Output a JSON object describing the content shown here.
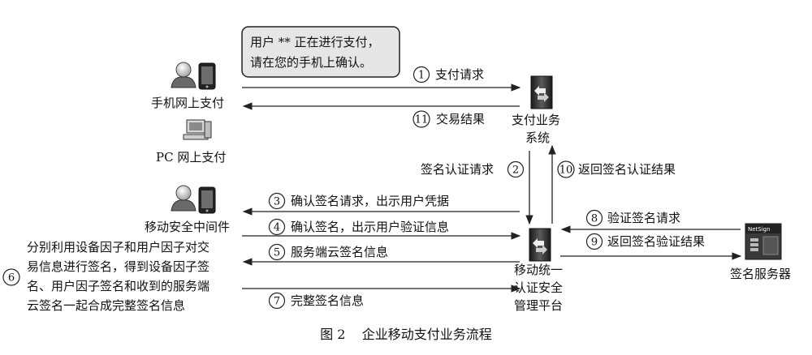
{
  "bubble": {
    "line1": "用户 ** 正在进行支付，",
    "line2": "请在您的手机上确认。"
  },
  "nodes": {
    "mobile_pay": "手机网上支付",
    "pc_pay": "PC 网上支付",
    "mobile_middleware": "移动安全中间件",
    "pay_system_line1": "支付业务",
    "pay_system_line2": "系统",
    "auth_platform_line1": "移动统一",
    "auth_platform_line2": "认证安全",
    "auth_platform_line3": "管理平台",
    "sign_server": "签名服务器",
    "netsign_logo": "NetSign"
  },
  "steps": [
    {
      "num": "1",
      "label": "支付请求"
    },
    {
      "num": "11",
      "label": "交易结果"
    },
    {
      "num": "2",
      "label": "签名认证请求"
    },
    {
      "num": "10",
      "label": "返回签名认证结果"
    },
    {
      "num": "3",
      "label": "确认签名请求，出示用户凭据"
    },
    {
      "num": "4",
      "label": "确认签名，出示用户验证信息"
    },
    {
      "num": "5",
      "label": "服务端云签名信息"
    },
    {
      "num": "6",
      "label": ""
    },
    {
      "num": "7",
      "label": "完整签名信息"
    },
    {
      "num": "8",
      "label": "验证签名请求"
    },
    {
      "num": "9",
      "label": "返回签名验证结果"
    }
  ],
  "step6_text": {
    "line1": "分别利用设备因子和用户因子对交",
    "line2": "易信息进行签名，得到设备因子签",
    "line3": "名、用户因子签名和收到的服务端",
    "line4": "云签名一起合成完整签名信息"
  },
  "caption": "图 2    企业移动支付业务流程",
  "colors": {
    "bubble_fill": "#e6e6e6",
    "line": "#222222",
    "server_dark": "#2f2f2f"
  },
  "icons": [
    "user-icon",
    "phone-icon",
    "pc-icon",
    "server-icon",
    "netsign-server-icon"
  ]
}
